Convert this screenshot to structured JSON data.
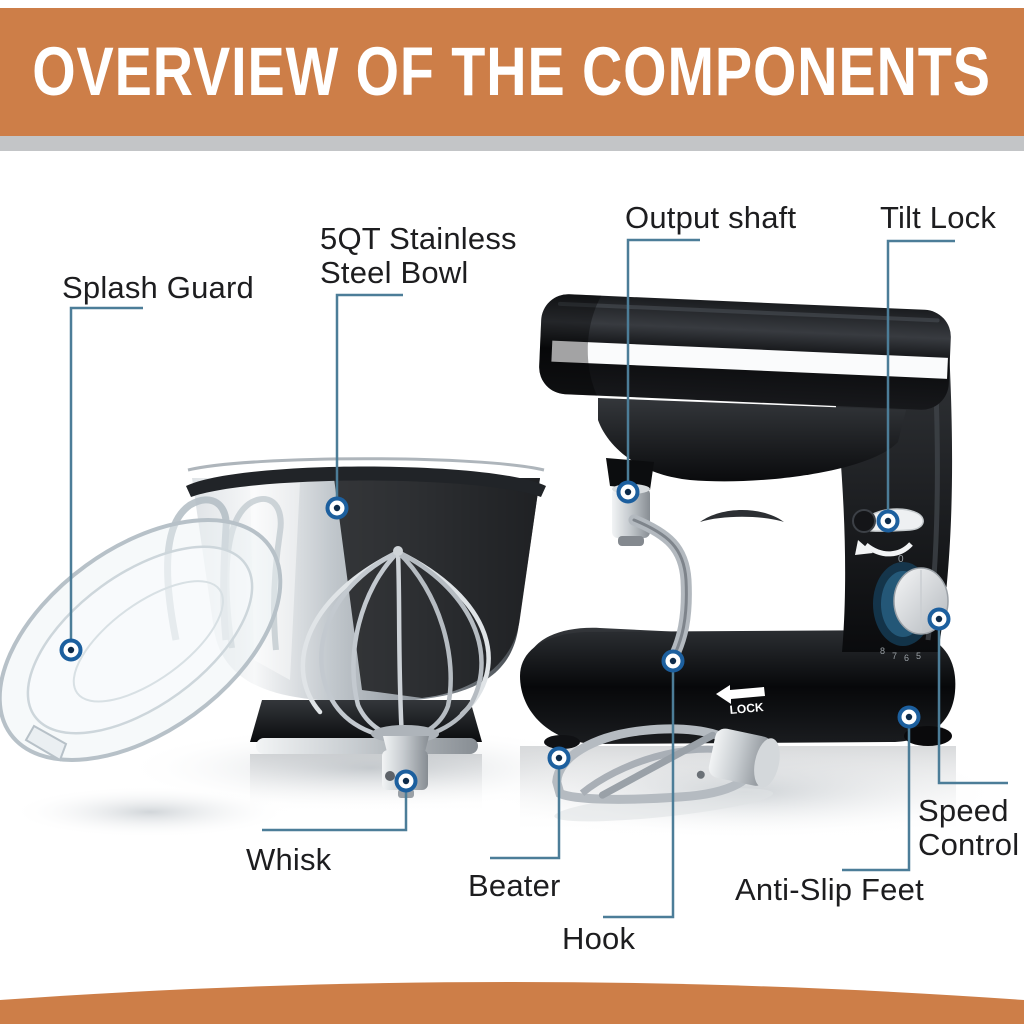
{
  "banner": {
    "title": "OVERVIEW OF THE COMPONENTS",
    "bg_color": "#cd7e48",
    "text_color": "#ffffff"
  },
  "divider": {
    "color": "#c3c5c7"
  },
  "footer": {
    "bg_color": "#cd7e48"
  },
  "callouts": {
    "line_color": "#4c7d98",
    "marker_ring_color": "#1c5f9e",
    "marker_dot_color": "#0d2b4a"
  },
  "labels": {
    "splash_guard": {
      "text": "Splash Guard"
    },
    "bowl": {
      "line1": "5QT Stainless",
      "line2": "Steel Bowl"
    },
    "output_shaft": {
      "text": "Output shaft"
    },
    "tilt_lock": {
      "text": "Tilt Lock"
    },
    "whisk": {
      "text": "Whisk"
    },
    "beater": {
      "text": "Beater"
    },
    "hook": {
      "text": "Hook"
    },
    "anti_slip_feet": {
      "text": "Anti-Slip Feet"
    },
    "speed_control": {
      "line1": "Speed",
      "line2": "Control"
    }
  },
  "product_text": {
    "lock": "LOCK"
  },
  "dial": {
    "marks": [
      "0",
      "8",
      "7",
      "6",
      "5"
    ]
  }
}
